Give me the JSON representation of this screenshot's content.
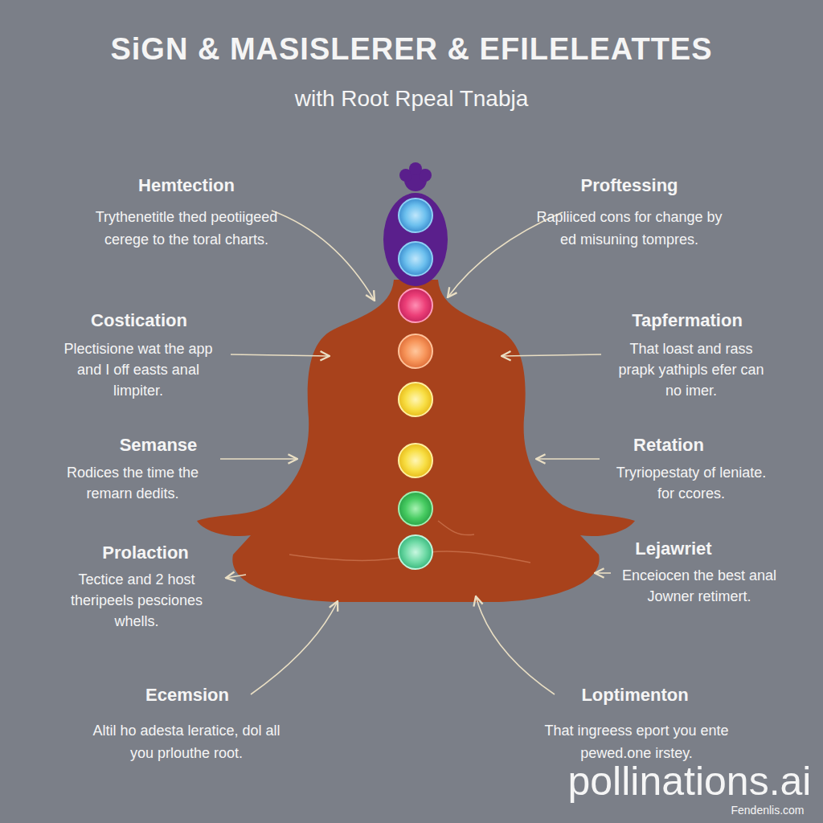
{
  "diagram": {
    "title": "SiGN & MASISLERER & EFILELEATTES",
    "labels": [
      "with Root Rpeal Tnabja",
      "Hemtection",
      "Trythenetitle thed peotiigeed cerege to the toral charts.",
      "Proftessing",
      "Rapliiced cons for change by ed misuning tompres.",
      "Costication",
      "Plectisione wat the app and I off easts anal limpiter.",
      "Tapfermation",
      "That loast and rass prapk yathipls efer can no imer.",
      "Semanse",
      "Rodices the time the remarn dedits.",
      "Retation",
      "Tryriopestaty of leniate. for ccores.",
      "Prolaction",
      "Tectice and 2 host theripeels pesciones whells.",
      "Lejawriet",
      "Enceiocen the best anal Jowner retimert.",
      "Ecemsion",
      "Altil ho adesta leratice, dol all you prlouthe root.",
      "Loptimenton",
      "That ingreess eport you ente pewed.one irstey.",
      "pollinations.ai",
      "Fendenlis.com"
    ]
  }
}
